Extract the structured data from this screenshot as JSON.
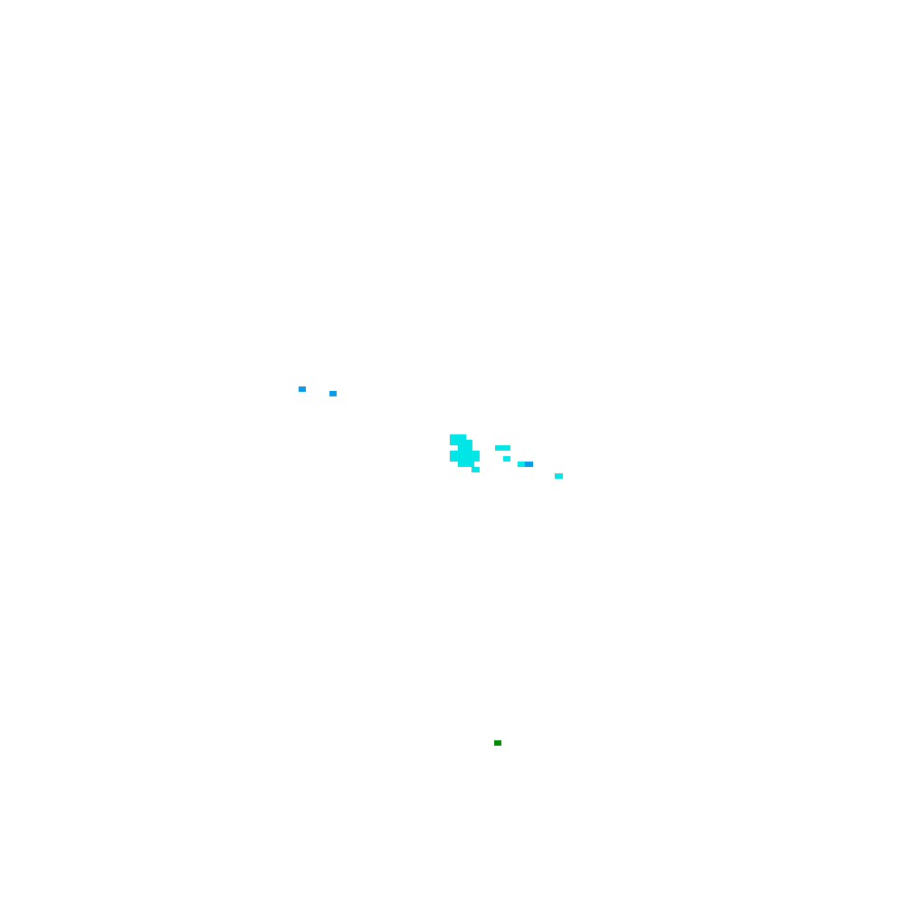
{
  "map": {
    "background_color": "#ffffff",
    "palette": {
      "cyan": "#00e6e6",
      "blue": "#0a9be6",
      "green": "#008c00"
    },
    "cells": [
      {
        "id": "cell-01",
        "color": "blue"
      },
      {
        "id": "cell-02",
        "color": "blue"
      },
      {
        "id": "cell-03",
        "color": "cyan"
      },
      {
        "id": "cell-04",
        "color": "cyan"
      },
      {
        "id": "cell-05",
        "color": "cyan"
      },
      {
        "id": "cell-06",
        "color": "cyan"
      },
      {
        "id": "cell-07",
        "color": "cyan"
      },
      {
        "id": "cell-08",
        "color": "cyan"
      },
      {
        "id": "cell-09",
        "color": "cyan"
      },
      {
        "id": "cell-10",
        "color": "cyan"
      },
      {
        "id": "cell-11",
        "color": "cyan"
      },
      {
        "id": "cell-12",
        "color": "cyan"
      },
      {
        "id": "cell-13",
        "color": "cyan"
      },
      {
        "id": "cell-14",
        "color": "cyan"
      },
      {
        "id": "cell-15",
        "color": "cyan"
      },
      {
        "id": "cell-16",
        "color": "cyan"
      },
      {
        "id": "cell-17",
        "color": "cyan"
      },
      {
        "id": "cell-18",
        "color": "cyan"
      },
      {
        "id": "cell-19",
        "color": "cyan"
      },
      {
        "id": "cell-20",
        "color": "cyan"
      },
      {
        "id": "cell-21",
        "color": "cyan"
      },
      {
        "id": "cell-22",
        "color": "cyan"
      },
      {
        "id": "cell-23",
        "color": "cyan"
      },
      {
        "id": "cell-24",
        "color": "cyan"
      },
      {
        "id": "cell-25",
        "color": "blue"
      },
      {
        "id": "cell-26",
        "color": "cyan"
      },
      {
        "id": "cell-27",
        "color": "green"
      }
    ]
  }
}
